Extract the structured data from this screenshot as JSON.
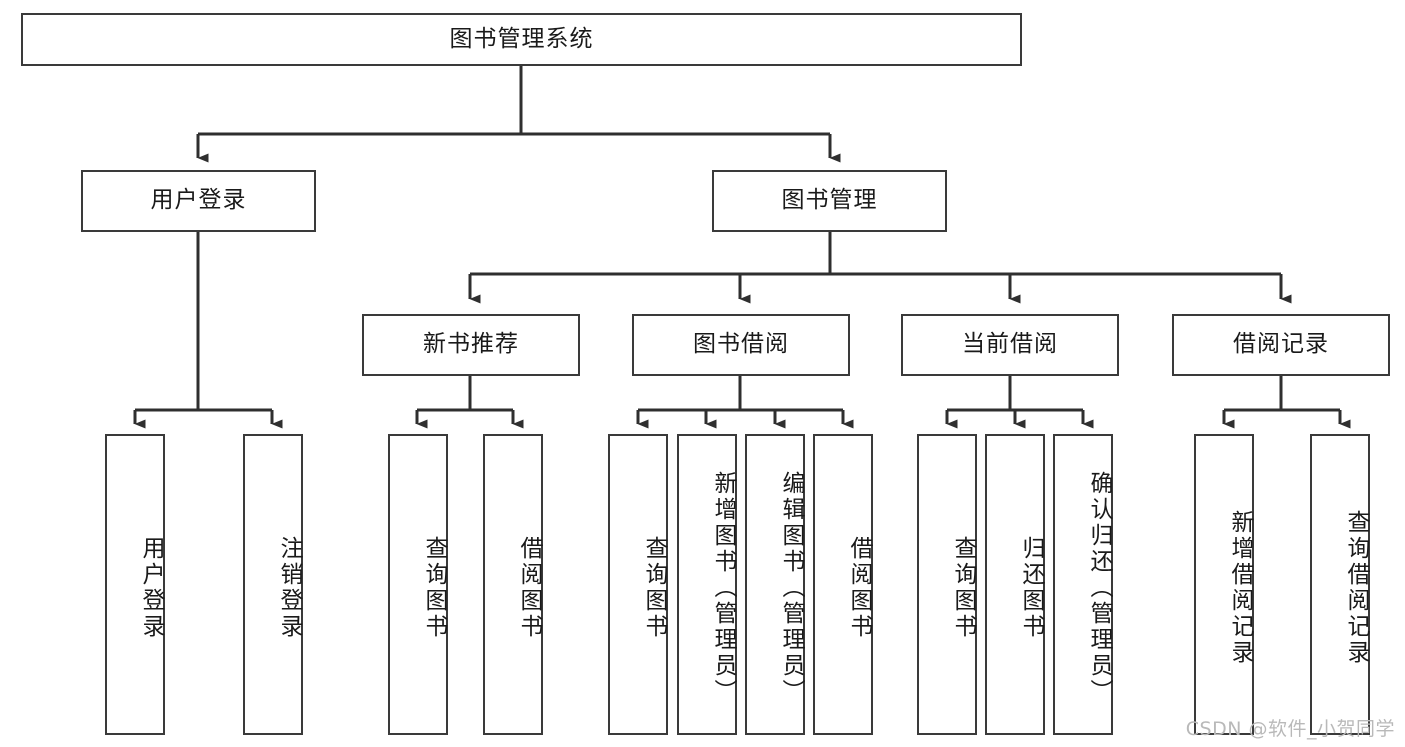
{
  "diagram": {
    "title": "图书管理系统",
    "type": "tree",
    "watermark": "CSDN @软件_小贺同学",
    "colors": {
      "box_border": "#3a3a3a",
      "connector": "#2f2f2f",
      "background": "#ffffff",
      "text": "#1a1a1a",
      "watermark": "#b9b9b9"
    },
    "nodes": {
      "root": {
        "label": "图书管理系统"
      },
      "level1": [
        {
          "id": "user-login",
          "label": "用户登录"
        },
        {
          "id": "book-manage",
          "label": "图书管理"
        }
      ],
      "level2": [
        {
          "id": "new-book-recommend",
          "label": "新书推荐"
        },
        {
          "id": "book-borrow",
          "label": "图书借阅"
        },
        {
          "id": "current-borrow",
          "label": "当前借阅"
        },
        {
          "id": "borrow-record",
          "label": "借阅记录"
        }
      ],
      "leaves": [
        {
          "id": "leaf-user-login",
          "label": "用户登录",
          "parent": "user-login"
        },
        {
          "id": "leaf-logout-login",
          "label": "注销登录",
          "parent": "user-login"
        },
        {
          "id": "leaf-query-book-1",
          "label": "查询图书",
          "parent": "new-book-recommend"
        },
        {
          "id": "leaf-borrow-book-1",
          "label": "借阅图书",
          "parent": "new-book-recommend"
        },
        {
          "id": "leaf-query-book-2",
          "label": "查询图书",
          "parent": "book-borrow"
        },
        {
          "id": "leaf-add-book",
          "label": "新增图书（管理员）",
          "parent": "book-borrow"
        },
        {
          "id": "leaf-edit-book",
          "label": "编辑图书（管理员）",
          "parent": "book-borrow"
        },
        {
          "id": "leaf-borrow-book-2",
          "label": "借阅图书",
          "parent": "book-borrow"
        },
        {
          "id": "leaf-query-book-3",
          "label": "查询图书",
          "parent": "current-borrow"
        },
        {
          "id": "leaf-return-book",
          "label": "归还图书",
          "parent": "current-borrow"
        },
        {
          "id": "leaf-confirm-return",
          "label": "确认归还（管理员）",
          "parent": "current-borrow"
        },
        {
          "id": "leaf-add-record",
          "label": "新增借阅记录",
          "parent": "borrow-record"
        },
        {
          "id": "leaf-query-record",
          "label": "查询借阅记录",
          "parent": "borrow-record"
        }
      ]
    }
  }
}
